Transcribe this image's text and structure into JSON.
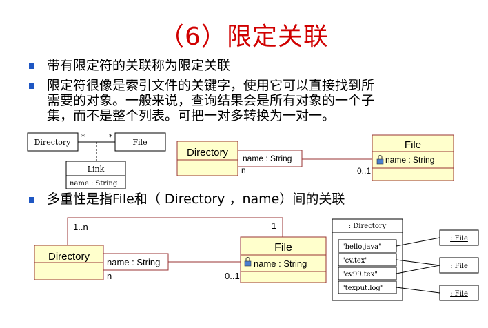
{
  "title": "（6）限定关联",
  "bullets": [
    {
      "lines": [
        "带有限定符的关联称为限定关联"
      ]
    },
    {
      "lines": [
        "限定符很像是索引文件的关键字，使用它可以直接找到所",
        "需要的对象。一般来说，查询结果会是所有对象的一个子",
        "集，而不是整个列表。可把一对多转换为一对一。"
      ]
    },
    {
      "lines": [
        "多重性是指File和（  Directory  ，name）间的关联"
      ]
    }
  ],
  "diagram1": {
    "directory": "Directory",
    "file": "File",
    "mult_left": "*",
    "mult_right": "*",
    "link": "Link",
    "link_attr": "name : String"
  },
  "diagram2": {
    "directory": "Directory",
    "qualifier": "name : String",
    "qual_mult": "n",
    "file": "File",
    "file_attr": "name : String",
    "file_mult": "0..1"
  },
  "diagram3": {
    "directory": "Directory",
    "qualifier": "name : String",
    "qual_mult": "n",
    "file": "File",
    "file_attr": "name : String",
    "file_mult": "0..1",
    "top_left_mult": "1..n",
    "top_right_mult": "1"
  },
  "diagram4": {
    "header": ": Directory",
    "keys": [
      "\"hello.java\"",
      "\"cv.tex\"",
      "\"cv99.tex\"",
      "\"texput.log\""
    ],
    "files": [
      ": File",
      ": File",
      ": File"
    ]
  },
  "colors": {
    "title": "#d00000",
    "bullet": "#1f57c3",
    "class_fill": "#ffffcc",
    "line": "#993333"
  }
}
